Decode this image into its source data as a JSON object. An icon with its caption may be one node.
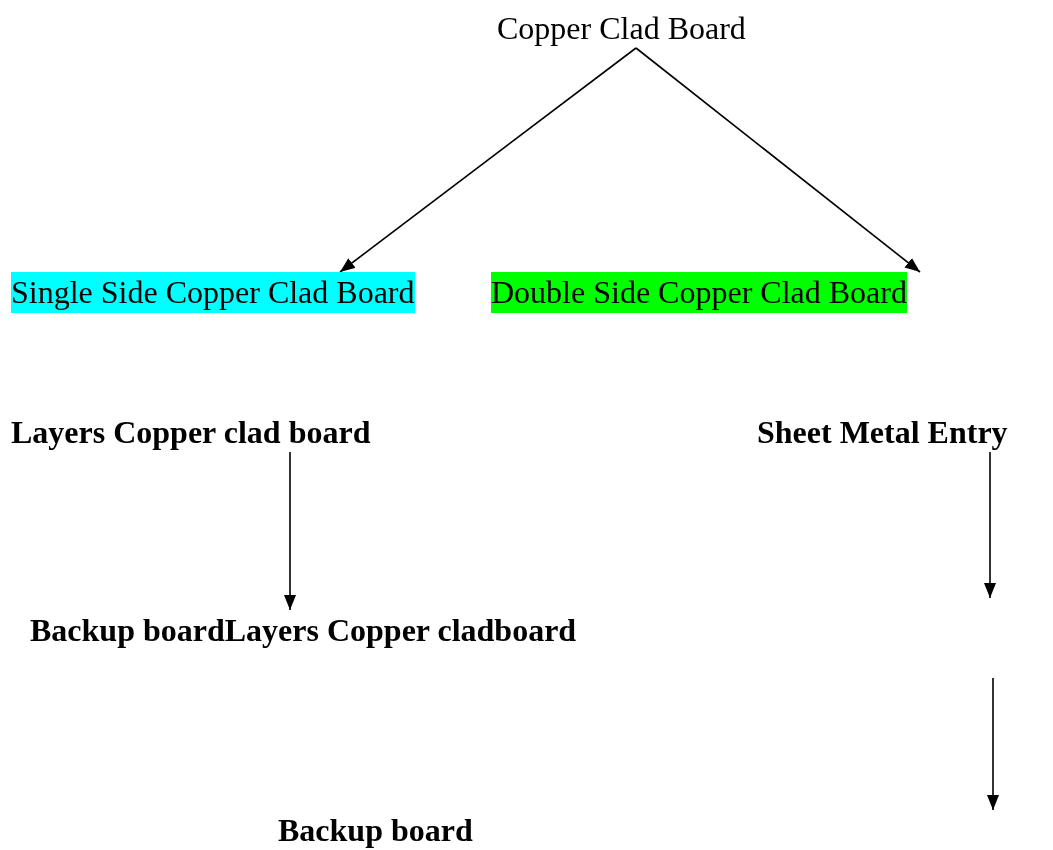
{
  "diagram": {
    "nodes": [
      {
        "text": [
          "Copper Clad Board"
        ]
      },
      {
        "text": [
          "Single Side Copper Clad Board"
        ]
      },
      {
        "text": [
          "Double Side Copper Clad Board"
        ]
      },
      {
        "text": [
          "Layers Copper clad board"
        ]
      },
      {
        "text": [
          "Sheet Metal Entry"
        ]
      },
      {
        "text": [
          "Backup boardLayers Copper cladboard"
        ]
      },
      {
        "text": [
          "Backup board"
        ]
      }
    ],
    "edges": [
      {
        "from": 0,
        "to": 1,
        "arrow": "to"
      },
      {
        "from": 0,
        "to": 2,
        "arrow": "to"
      },
      {
        "from": 3,
        "to": 5,
        "arrow": "to"
      },
      {
        "from": 4,
        "to": null,
        "arrow": "to"
      }
    ]
  }
}
